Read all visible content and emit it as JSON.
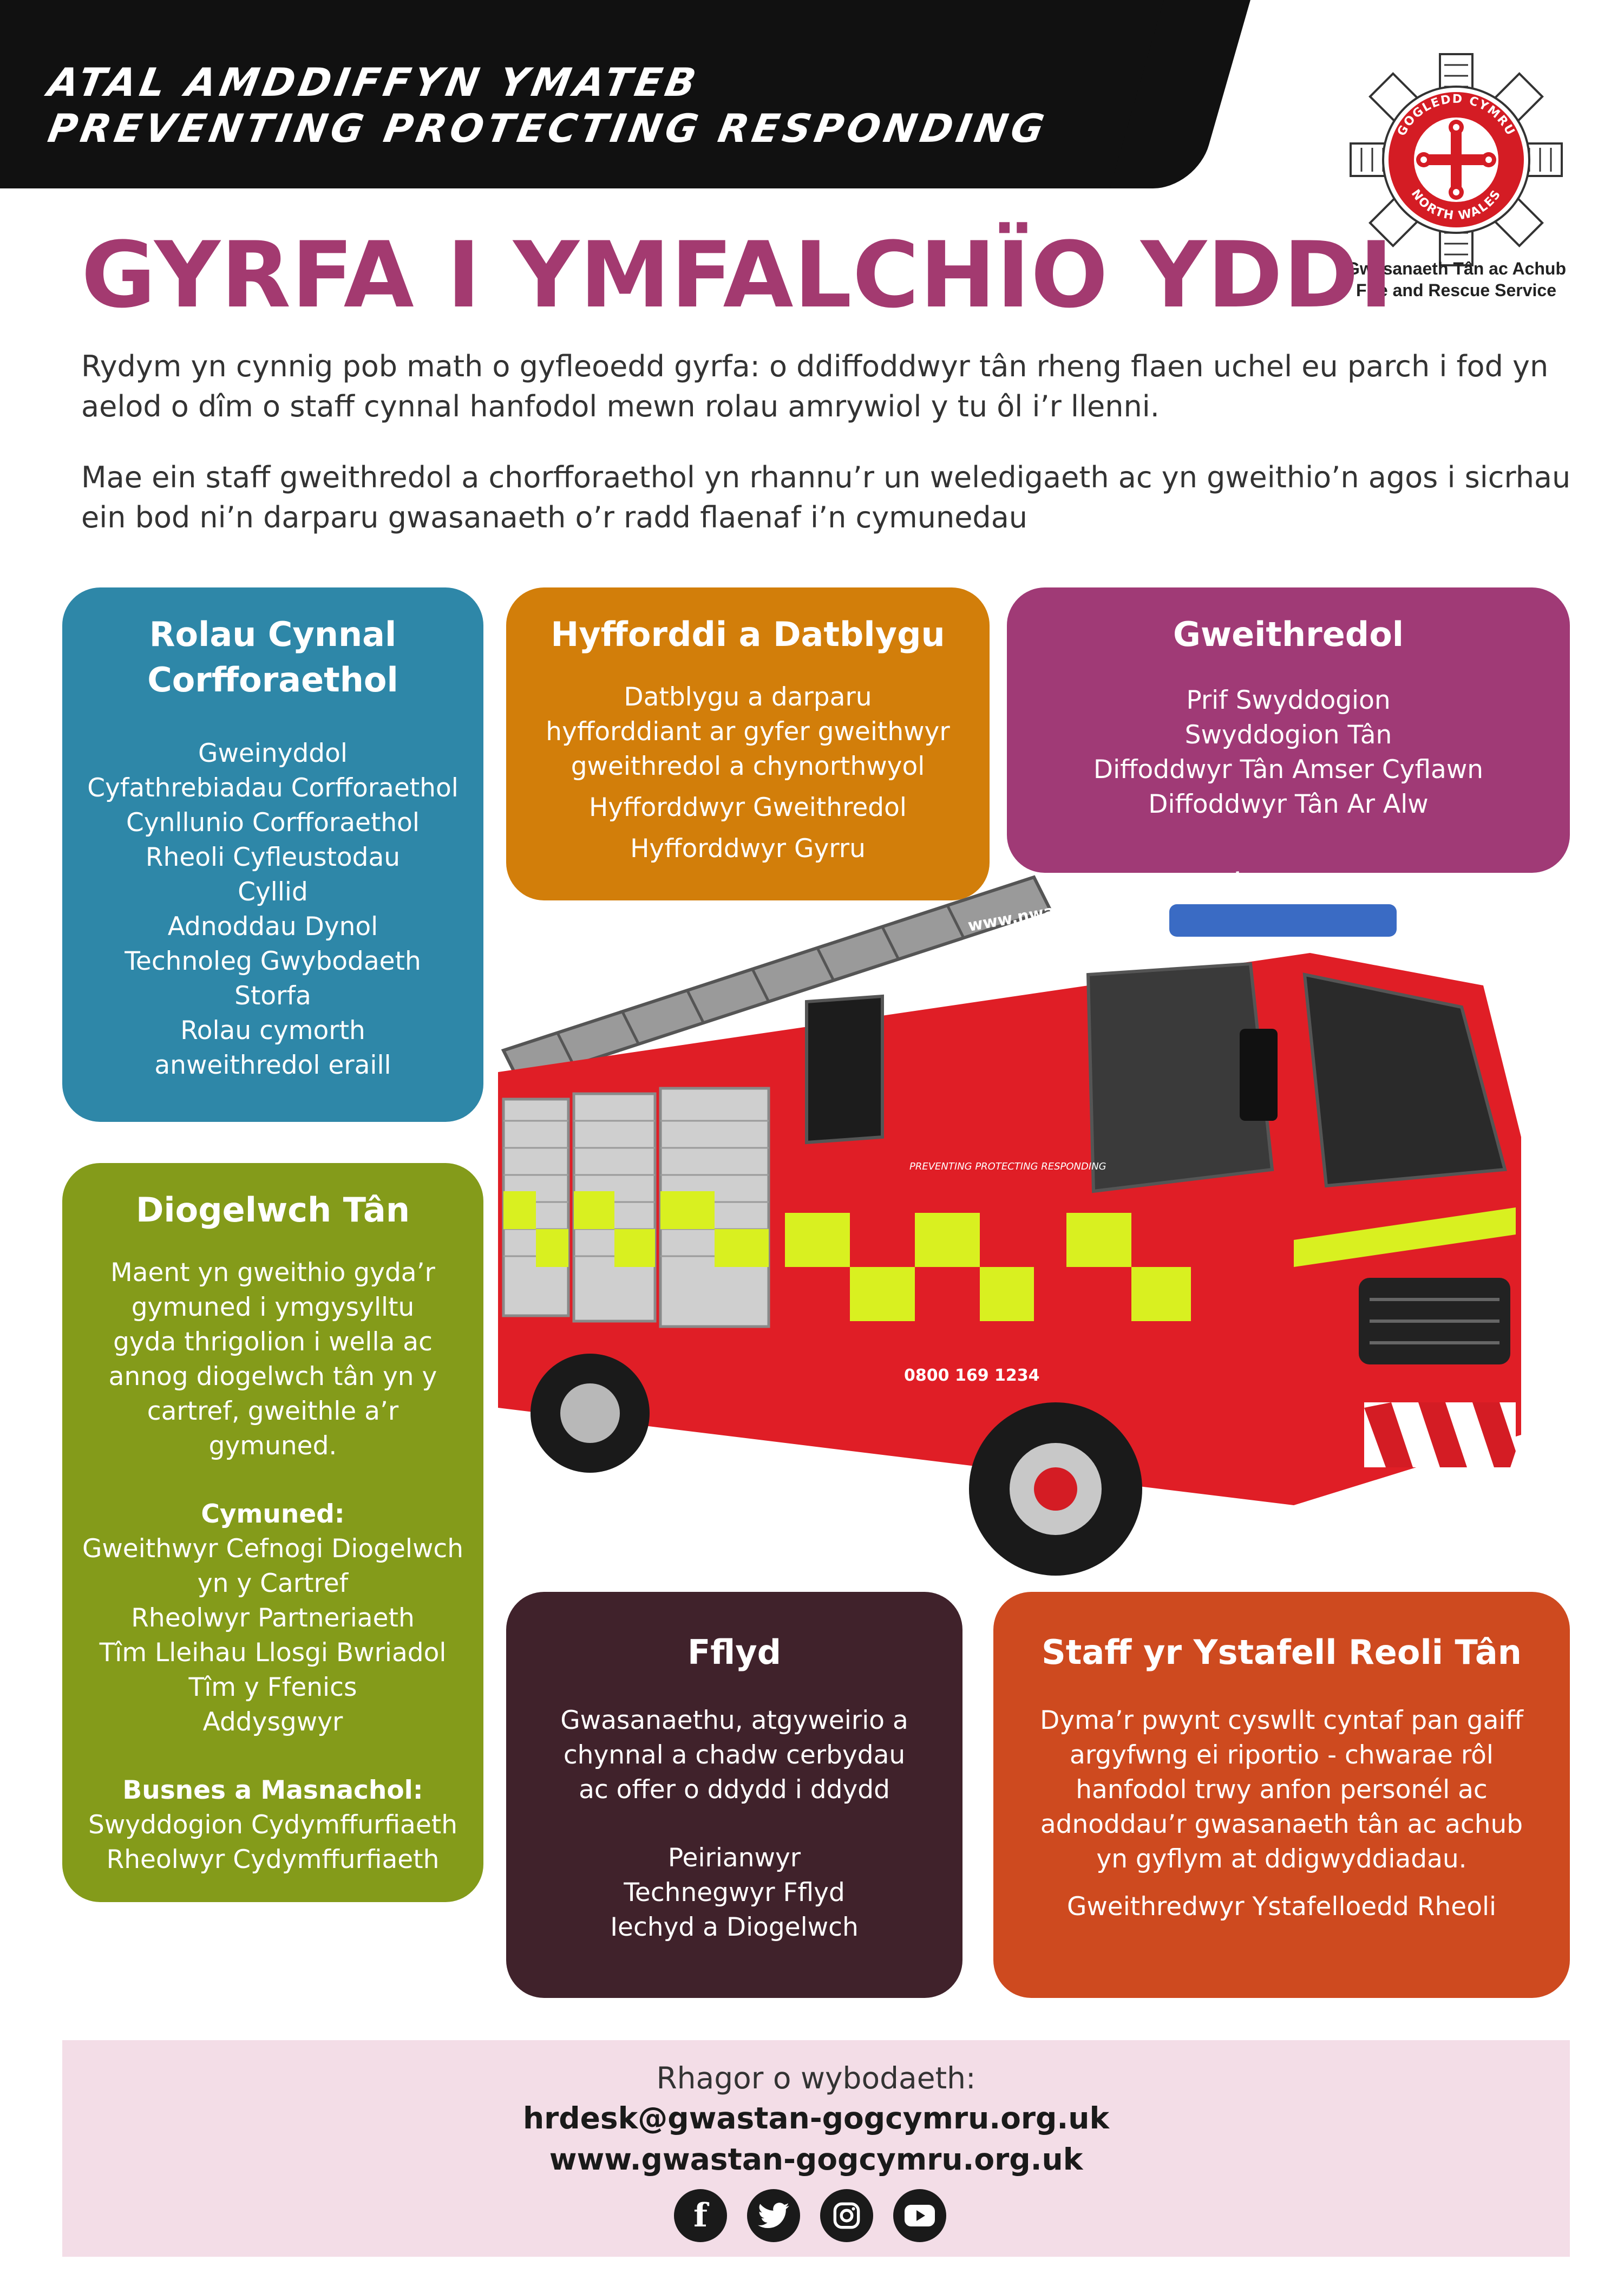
{
  "header": {
    "slogan_cy": "ATAL AMDDIFFYN YMATEB",
    "slogan_en": "PREVENTING PROTECTING RESPONDING"
  },
  "logo": {
    "ring_top": "GOGLEDD CYMRU",
    "ring_bottom": "NORTH WALES",
    "caption_cy": "Gwasanaeth Tân ac Achub",
    "caption_en": "Fire and Rescue Service"
  },
  "title": "GYRFA I YMFALCHÏO YDDI",
  "intro": [
    "Rydym yn cynnig pob math o gyfleoedd gyrfa: o ddiffoddwyr tân rheng flaen uchel eu parch i fod yn aelod o dîm o staff cynnal hanfodol mewn rolau amrywiol y tu ôl i’r llenni.",
    "Mae ein staff gweithredol a chorfforaethol yn rhannu’r un weledigaeth ac yn gweithio’n agos i sicrhau ein bod ni’n darparu gwasanaeth o’r radd flaenaf i’n cymunedau"
  ],
  "cards": {
    "corporate": {
      "title": "Rolau Cynnal Corfforaethol",
      "items": [
        "Gweinyddol",
        "Cyfathrebiadau Corfforaethol",
        "Cynllunio Corfforaethol",
        "Rheoli Cyfleustodau",
        "Cyllid",
        "Adnoddau Dynol",
        "Technoleg Gwybodaeth",
        "Storfa",
        "Rolau cymorth anweithredol eraill"
      ]
    },
    "training": {
      "title": "Hyfforddi a Datblygu",
      "description": "Datblygu a darparu hyfforddiant ar gyfer gweithwyr gweithredol a chynorthwyol",
      "items": [
        "Hyfforddwyr Gweithredol",
        "Hyfforddwyr Gyrru"
      ]
    },
    "operational": {
      "title": "Gweithredol",
      "items": [
        "Prif Swyddogion",
        "Swyddogion Tân",
        "Diffoddwyr Tân Amser Cyflawn",
        "Diffoddwyr Tân Ar Alw"
      ]
    },
    "safety": {
      "title": "Diogelwch Tân",
      "description": "Maent yn gweithio gyda’r gymuned i ymgysylltu gyda thrigolion i wella ac annog diogelwch tân yn y cartref, gweithle a’r gymuned.",
      "community_heading": "Cymuned:",
      "community_items": [
        "Gweithwyr Cefnogi Diogelwch yn y Cartref",
        "Rheolwyr Partneriaeth",
        "Tîm Lleihau Llosgi Bwriadol",
        "Tîm y Ffenics",
        "Addysgwyr"
      ],
      "business_heading": "Busnes a Masnachol:",
      "business_items": [
        "Swyddogion Cydymffurfiaeth",
        "Rheolwyr Cydymffurfiaeth"
      ]
    },
    "fleet": {
      "title": "Fflyd",
      "description": "Gwasanaethu, atgyweirio a chynnal a chadw cerbydau ac offer o ddydd i ddydd",
      "items": [
        "Peirianwyr",
        "Technegwyr Fflyd",
        "Iechyd a Diogelwch"
      ]
    },
    "control": {
      "title": "Staff yr Ystafell Reoli Tân",
      "description": "Dyma’r pwynt cyswllt cyntaf pan gaiff argyfwng ei riportio - chwarae rôl hanfodol trwy anfon personél ac adnoddau’r gwasanaeth tân ac achub yn gyflym at ddigwyddiadau.",
      "items": [
        "Gweithredwyr Ystafelloedd Rheoli"
      ]
    }
  },
  "truck": {
    "cab_text": "www.nwales-fireservice.org.uk",
    "door_text": "PREVENTING PROTECTING RESPONDING",
    "phone": "0800 169 1234"
  },
  "footer": {
    "more_info": "Rhagor o wybodaeth:",
    "email": "hrdesk@gwastan-gogcymru.org.uk",
    "website": "www.gwastan-gogcymru.org.uk",
    "social": [
      {
        "icon": "facebook-icon",
        "glyph": "f"
      },
      {
        "icon": "twitter-icon",
        "glyph": "t"
      },
      {
        "icon": "instagram-icon",
        "glyph": "◎"
      },
      {
        "icon": "youtube-icon",
        "glyph": "▶"
      }
    ]
  },
  "colors": {
    "title": "#a33a70",
    "corporate": "#2e87a8",
    "training": "#d27e0a",
    "operational": "#a03a76",
    "safety": "#849b1a",
    "fleet": "#40222b",
    "control": "#ce4a1f",
    "footer_bg": "#f3dde7"
  }
}
